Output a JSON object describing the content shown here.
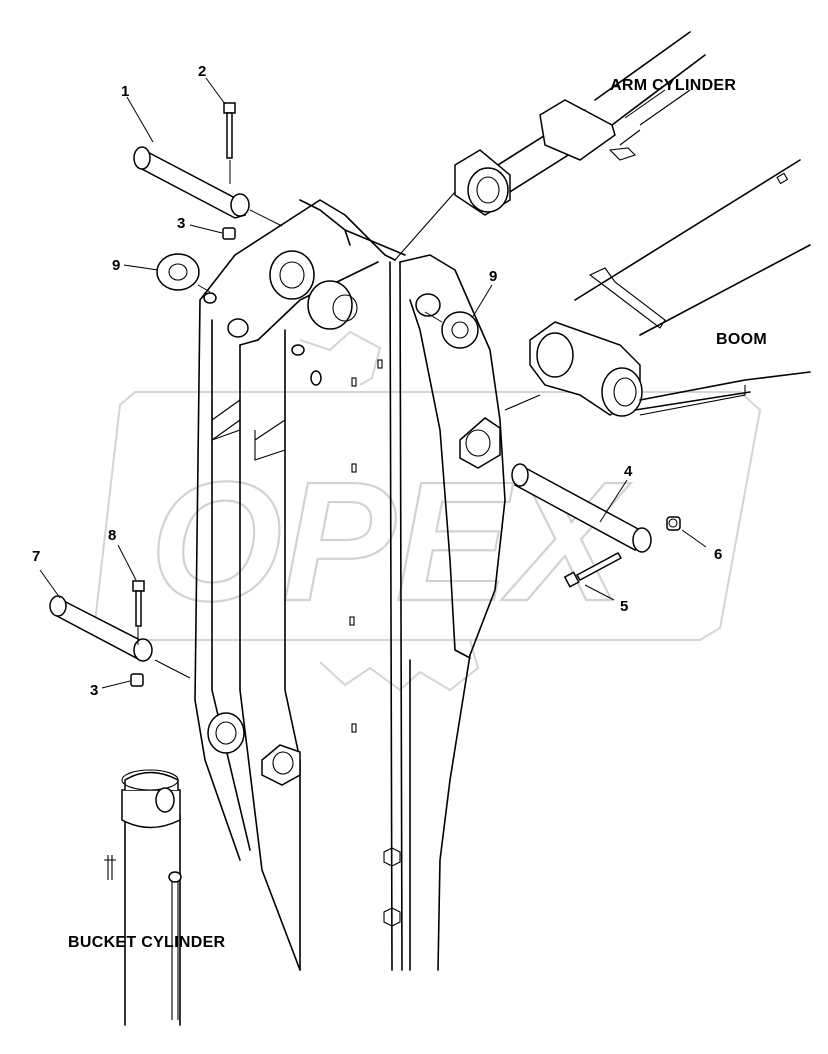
{
  "labels": {
    "arm_cylinder": "ARM CYLINDER",
    "boom": "BOOM",
    "bucket_cylinder": "BUCKET CYLINDER"
  },
  "callouts": {
    "c1": "1",
    "c2": "2",
    "c3a": "3",
    "c3b": "3",
    "c4": "4",
    "c5": "5",
    "c6": "6",
    "c7": "7",
    "c8": "8",
    "c9a": "9",
    "c9b": "9"
  },
  "watermark": "OPEX"
}
